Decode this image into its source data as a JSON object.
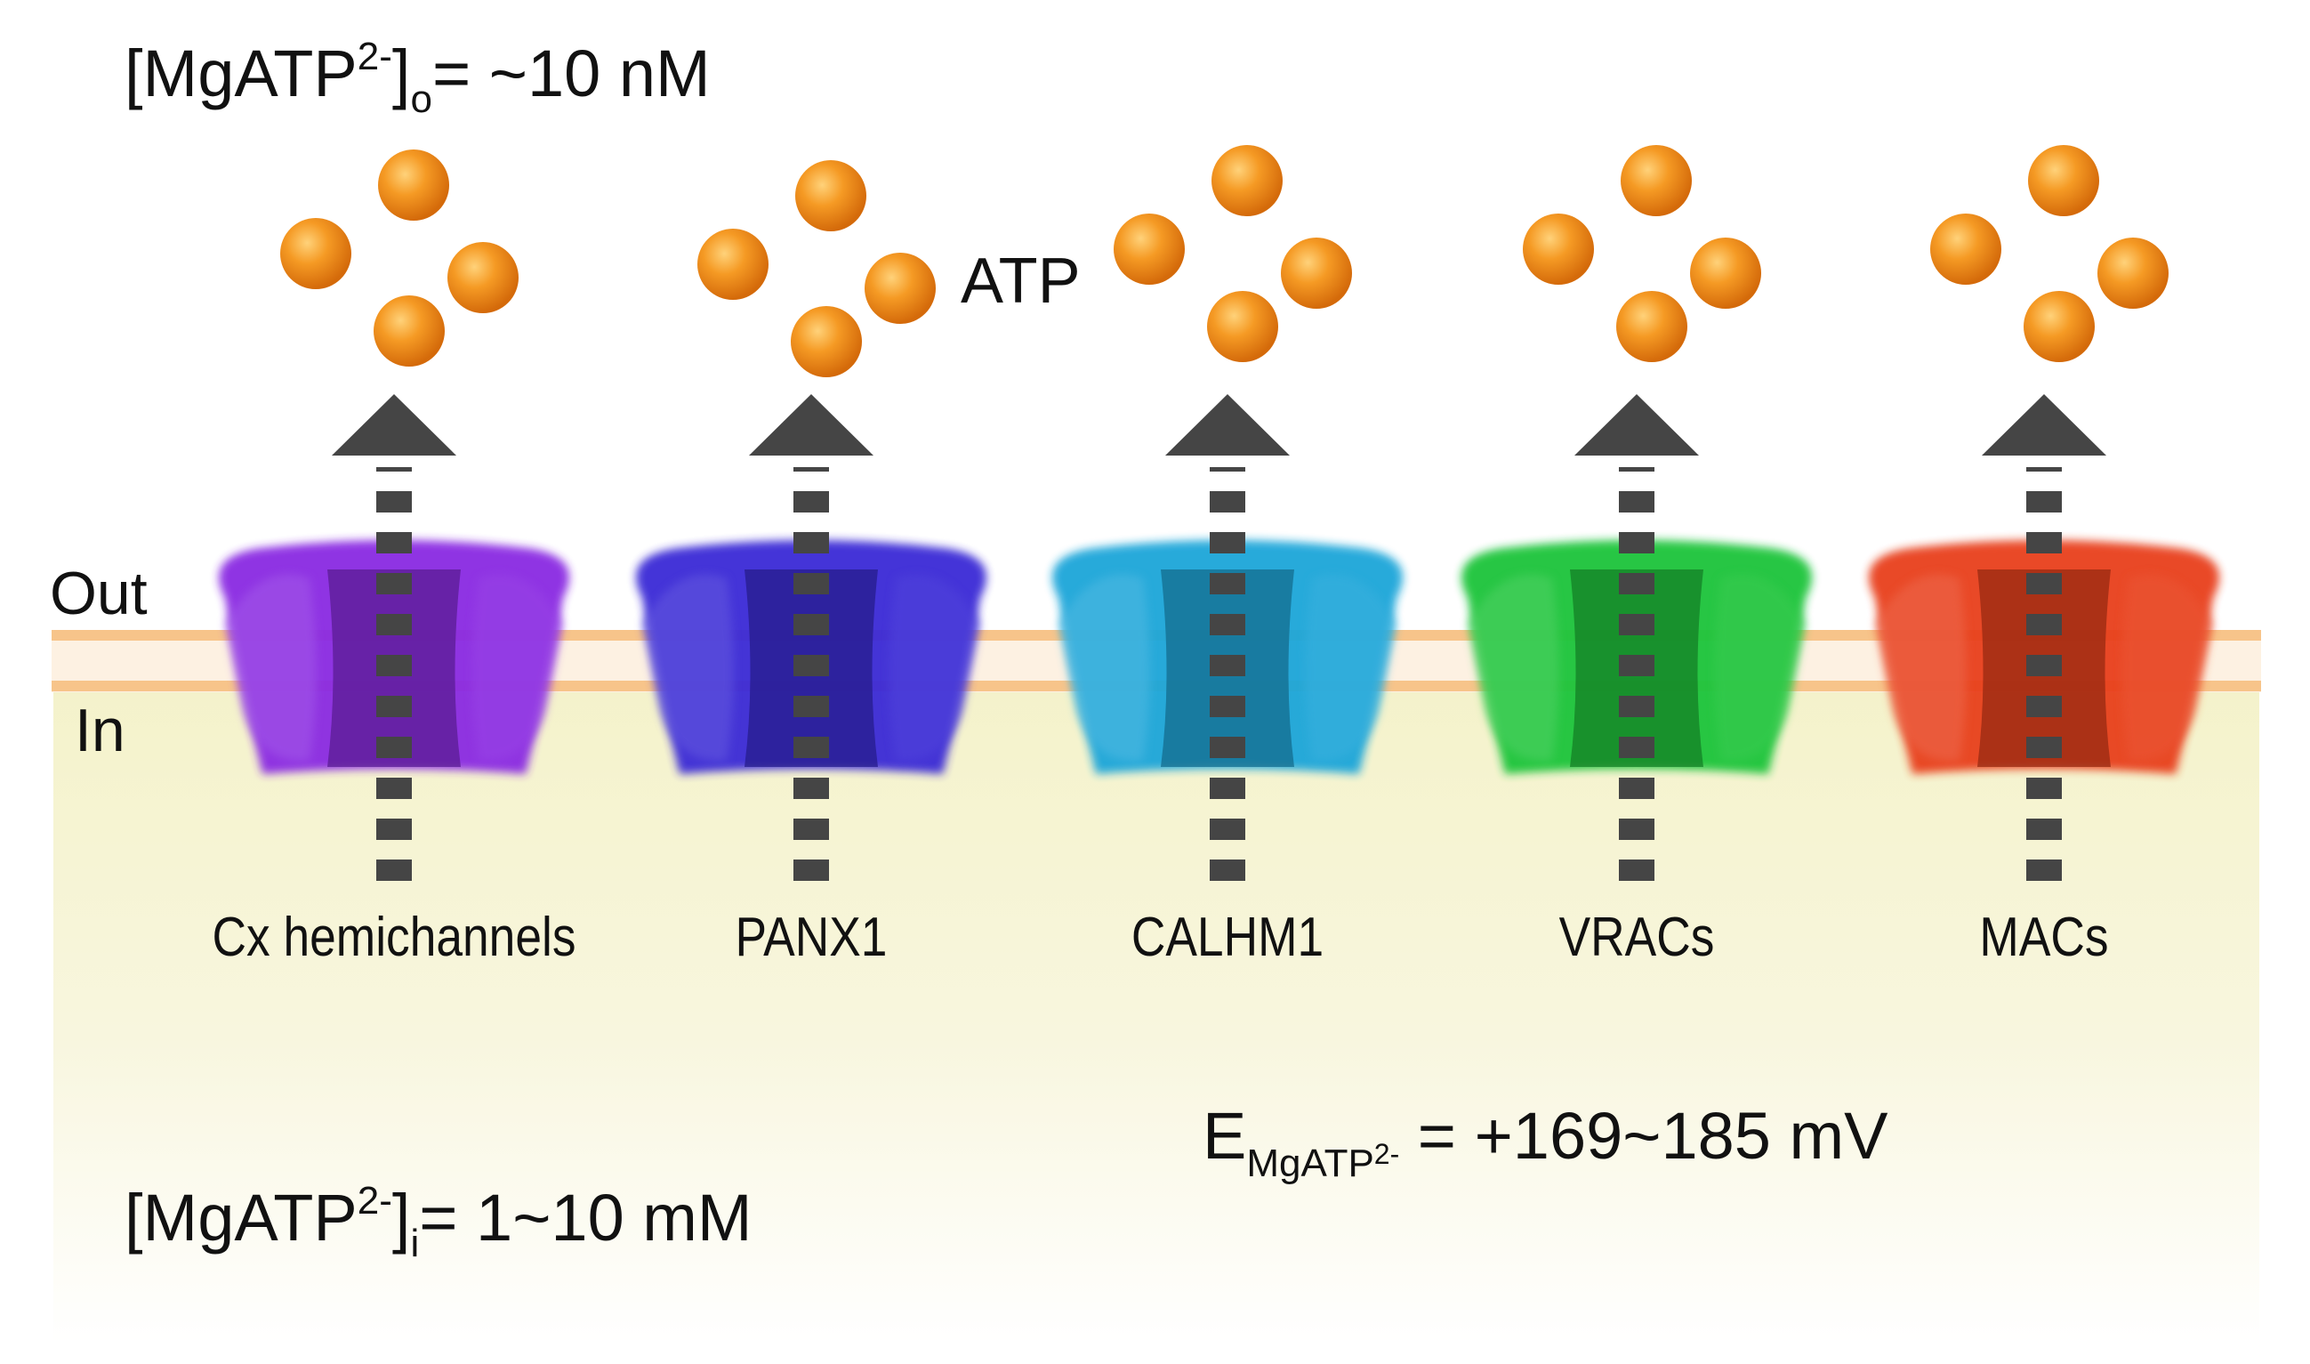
{
  "outer_conc": {
    "prefix": "[MgATP",
    "charge": "2-",
    "bracket": "]",
    "sub": "o",
    "value": "= ~10 nM"
  },
  "inner_conc": {
    "prefix": "[MgATP",
    "charge": "2-",
    "bracket": "]",
    "sub": "i",
    "value": "= 1~10 mM"
  },
  "reversal": {
    "symbol": "E",
    "sub": "MgATP",
    "sub_charge": "2-",
    "value": " = +169~185 mV"
  },
  "side_out": "Out",
  "side_in": "In",
  "atp_label": "ATP",
  "channels": [
    {
      "name": "Cx hemichannels",
      "color": "#8a2be2"
    },
    {
      "name": "PANX1",
      "color": "#3a2bd6"
    },
    {
      "name": "CALHM1",
      "color": "#1ea6d9"
    },
    {
      "name": "VRACs",
      "color": "#1fc43a"
    },
    {
      "name": "MACs",
      "color": "#e8401c"
    }
  ],
  "colors": {
    "atp": "#f08a1c",
    "arrow": "#454545",
    "membrane": "#f7c48a",
    "cytoplasm": "#f6f3cf"
  }
}
